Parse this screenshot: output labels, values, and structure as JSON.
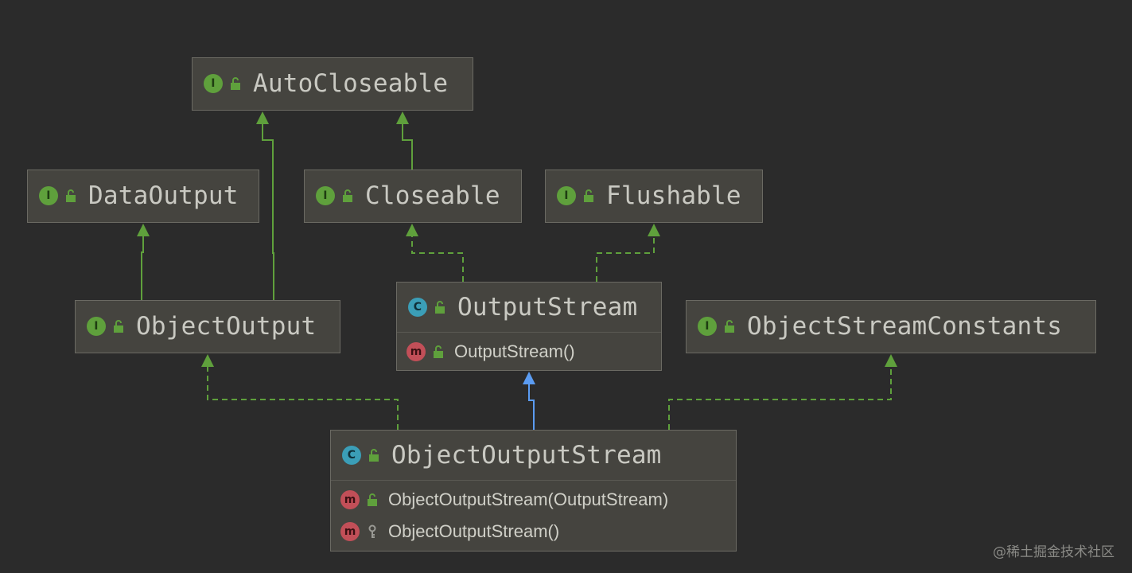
{
  "nodes": {
    "autocloseable": {
      "name": "AutoCloseable",
      "kind": "I"
    },
    "dataoutput": {
      "name": "DataOutput",
      "kind": "I"
    },
    "closeable": {
      "name": "Closeable",
      "kind": "I"
    },
    "flushable": {
      "name": "Flushable",
      "kind": "I"
    },
    "objectoutput": {
      "name": "ObjectOutput",
      "kind": "I"
    },
    "outputstream": {
      "name": "OutputStream",
      "kind": "C",
      "members": [
        {
          "kind": "m",
          "label": "OutputStream()"
        }
      ]
    },
    "objectstreamconstants": {
      "name": "ObjectStreamConstants",
      "kind": "I"
    },
    "objectoutputstream": {
      "name": "ObjectOutputStream",
      "kind": "C",
      "members": [
        {
          "kind": "m",
          "label": "ObjectOutputStream(OutputStream)"
        },
        {
          "kind": "m",
          "label": "ObjectOutputStream()"
        }
      ]
    }
  },
  "colors": {
    "interface_badge": "#5fa03c",
    "class_badge": "#3b9eb7",
    "method_badge": "#c24f58",
    "implements_edge": "#5fa03c",
    "extends_edge": "#5b9cf2"
  },
  "watermark": "@稀土掘金技术社区"
}
